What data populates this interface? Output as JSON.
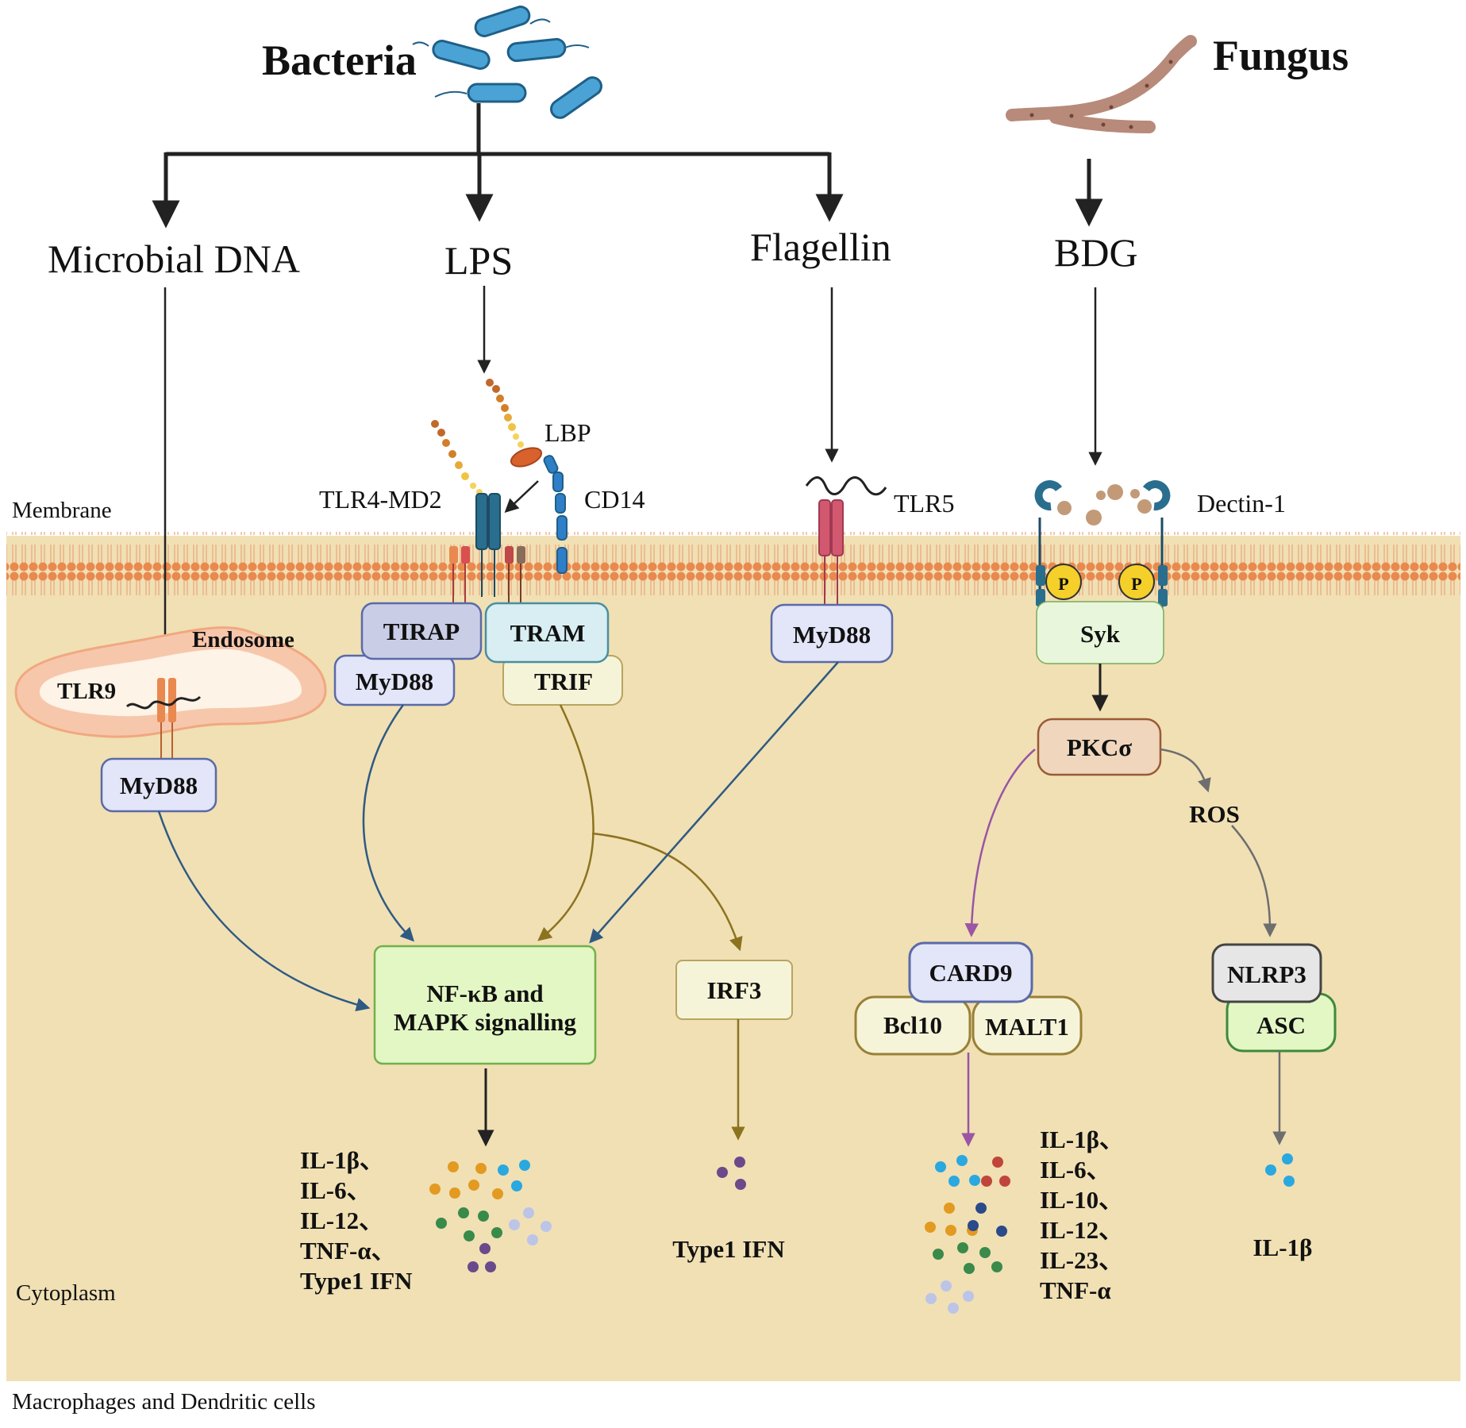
{
  "sources": {
    "bacteria": "Bacteria",
    "fungus": "Fungus"
  },
  "ligands": {
    "microbial_dna": "Microbial DNA",
    "lps": "LPS",
    "flagellin": "Flagellin",
    "bdg": "BDG"
  },
  "compartments": {
    "membrane": "Membrane",
    "cytoplasm": "Cytoplasm",
    "endosome": "Endosome",
    "cell_type": "Macrophages and Dendritic cells"
  },
  "receptors": {
    "lbp": "LBP",
    "cd14": "CD14",
    "tlr4_md2": "TLR4-MD2",
    "tlr5": "TLR5",
    "tlr9": "TLR9",
    "dectin1": "Dectin-1"
  },
  "adaptors": {
    "tirap": "TIRAP",
    "tram": "TRAM",
    "myd88_lps": "MyD88",
    "trif": "TRIF",
    "myd88_tlr5": "MyD88",
    "myd88_tlr9": "MyD88",
    "p1": "P",
    "p2": "P",
    "syk": "Syk",
    "pkc": "PKCσ",
    "ros": "ROS",
    "card9": "CARD9",
    "bcl10": "Bcl10",
    "malt1": "MALT1",
    "nlrp3": "NLRP3",
    "asc": "ASC",
    "irf3": "IRF3",
    "nfkb_line1": "NF-κB and",
    "nfkb_line2": "MAPK signalling"
  },
  "outputs": {
    "nfkb": [
      "IL-1β、",
      "IL-6、",
      "IL-12、",
      "TNF-α、",
      "Type1 IFN"
    ],
    "irf3": "Type1 IFN",
    "card9": [
      "IL-1β、",
      "IL-6、",
      "IL-10、",
      "IL-12、",
      "IL-23、",
      "TNF-α"
    ],
    "nlrp3": "IL-1β"
  },
  "colors": {
    "cytoplasm": "#f0e0b4",
    "membrane": "#e9894f",
    "myd88_fill": "#e3e5f8",
    "myd88_stroke": "#5a6aa8",
    "tirap_fill": "#c9cde6",
    "tram_fill": "#d8eef3",
    "trif_fill": "#f6f4d8",
    "nfkb_fill": "#e3f7c4",
    "nfkb_stroke": "#73b04a",
    "pkc_fill": "#efd6bc",
    "pkc_stroke": "#9a5a36",
    "card9_fill": "#e3e5f8",
    "bcl10_fill": "#f6f4d8",
    "bcl10_stroke": "#9a8036",
    "nlrp3_fill": "#e6e6e6",
    "nlrp3_stroke": "#444444",
    "asc_fill": "#e3f7c4",
    "asc_stroke": "#3f8a3a",
    "blue_arrow": "#2f5a82",
    "gold_arrow": "#8c7320",
    "purple_arrow": "#9a55a4",
    "gray_arrow": "#6e6e6e"
  }
}
